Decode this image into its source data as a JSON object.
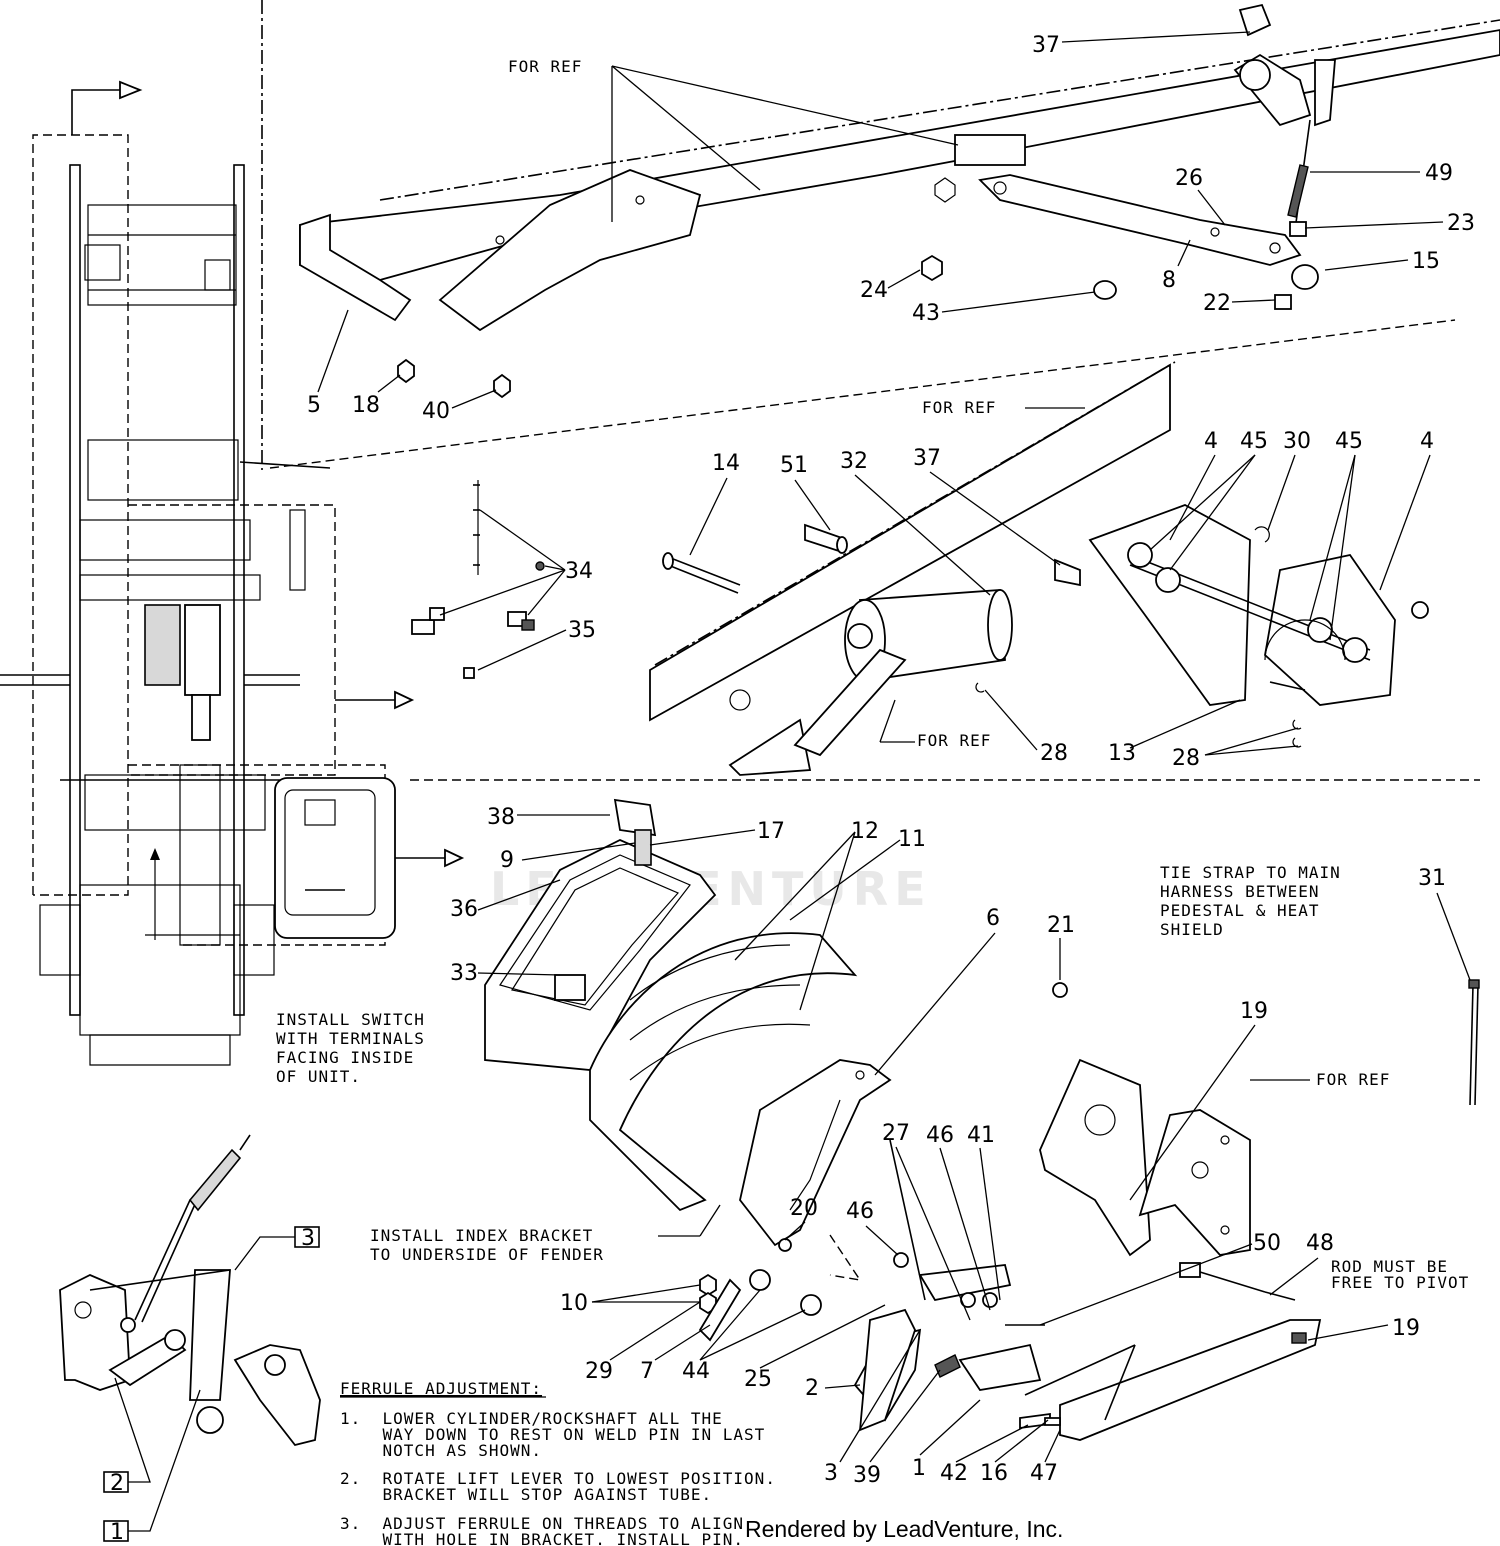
{
  "diagram": {
    "callouts": [
      "37",
      "49",
      "23",
      "15",
      "26",
      "8",
      "24",
      "43",
      "22",
      "5",
      "18",
      "40",
      "14",
      "51",
      "32",
      "37",
      "4",
      "45",
      "30",
      "45",
      "4",
      "34",
      "35",
      "28",
      "13",
      "28",
      "38",
      "17",
      "9",
      "12",
      "11",
      "36",
      "33",
      "6",
      "21",
      "31",
      "19",
      "27",
      "46",
      "41",
      "20",
      "46",
      "50",
      "48",
      "19",
      "10",
      "29",
      "7",
      "44",
      "25",
      "2",
      "3",
      "39",
      "1",
      "42",
      "16",
      "47"
    ],
    "ref_labels": [
      "FOR REF",
      "FOR REF",
      "FOR REF",
      "FOR REF"
    ],
    "notes": {
      "tie_strap": [
        "TIE STRAP TO MAIN",
        "HARNESS BETWEEN",
        "PEDESTAL & HEAT",
        "SHIELD"
      ],
      "install_switch": [
        "INSTALL SWITCH",
        "WITH TERMINALS",
        "FACING INSIDE",
        "OF UNIT."
      ],
      "install_index": [
        "INSTALL INDEX BRACKET",
        "TO UNDERSIDE OF FENDER"
      ],
      "rod_pivot": [
        "ROD MUST BE",
        "FREE TO PIVOT"
      ]
    },
    "ferrule": {
      "heading": "FERRULE ADJUSTMENT:",
      "steps": [
        [
          "1.  LOWER CYLINDER/ROCKSHAFT ALL THE",
          "    WAY DOWN TO REST ON WELD PIN IN LAST",
          "    NOTCH AS SHOWN."
        ],
        [
          "2.  ROTATE LIFT LEVER TO LOWEST POSITION.",
          "    BRACKET WILL STOP AGAINST TUBE."
        ],
        [
          "3.  ADJUST FERRULE ON THREADS TO ALIGN",
          "    WITH HOLE IN BRACKET. INSTALL PIN."
        ]
      ]
    },
    "step_boxes": [
      "3",
      "2",
      "1"
    ],
    "watermark": "LEADVENTURE",
    "footer": "Rendered by LeadVenture, Inc."
  }
}
